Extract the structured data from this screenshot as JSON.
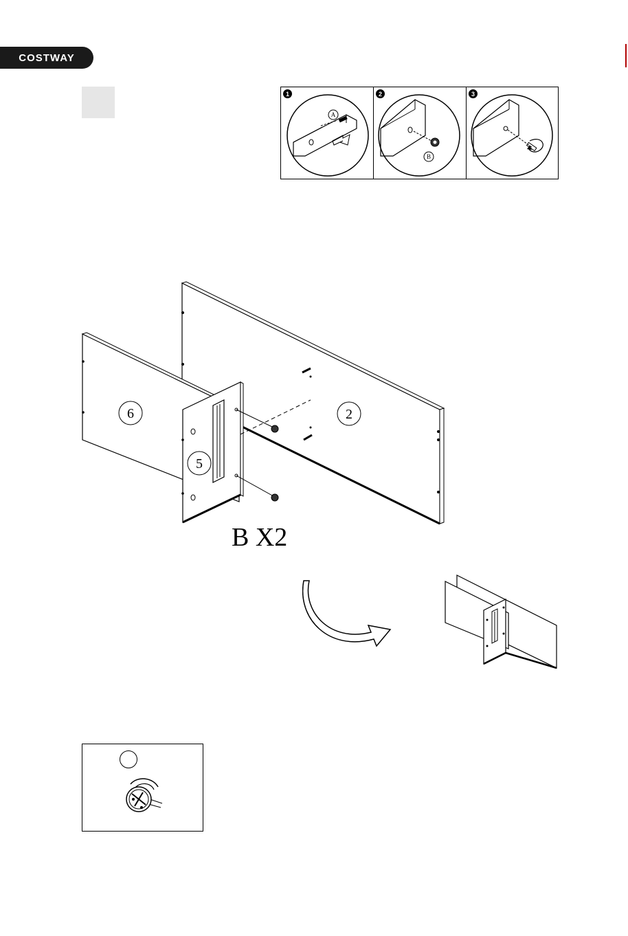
{
  "header": {
    "brand": "COSTWAY"
  },
  "step": {
    "number": ""
  },
  "inset_steps": [
    {
      "badge": "1",
      "part_letter": "A"
    },
    {
      "badge": "2",
      "part_letter": "B"
    },
    {
      "badge": "3"
    }
  ],
  "diagram": {
    "panel_labels": {
      "left_panel": "6",
      "back_panel": "2",
      "front_panel": "5"
    },
    "quantity": "B X2"
  },
  "hardware": {
    "circle_label": ""
  }
}
